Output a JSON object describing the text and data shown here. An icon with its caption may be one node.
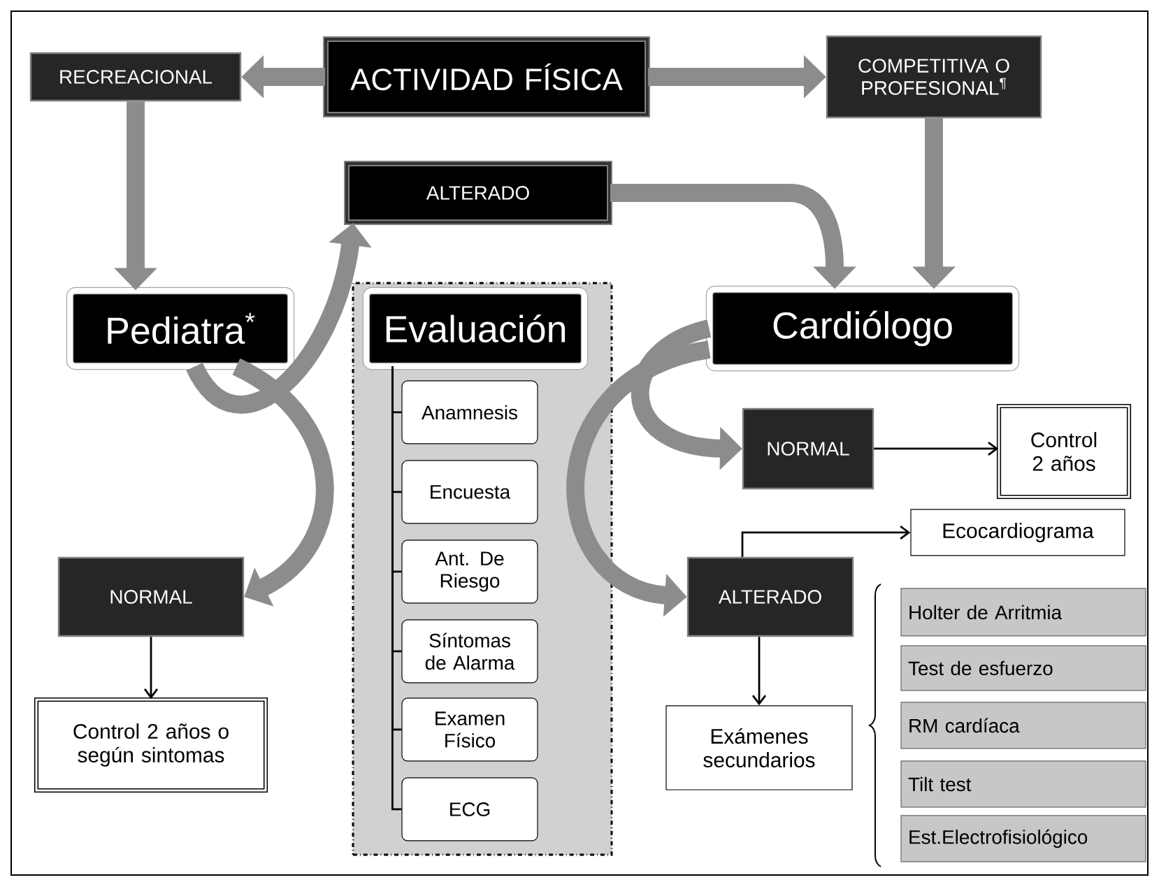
{
  "diagram": {
    "nodes": [
      {
        "text": [
          "ACTIVIDAD FÍSICA"
        ]
      },
      {
        "text": [
          "RECREACIONAL"
        ]
      },
      {
        "text": [
          "COMPETITIVA O PROFESIONAL$^{¶}$"
        ]
      },
      {
        "text": [
          "ALTERADO"
        ]
      },
      {
        "text": [
          "Pediatra$^{*}$"
        ]
      },
      {
        "text": [],
        "shape": "box"
      },
      {
        "text": [
          "Evaluación"
        ],
        "in": 5
      },
      {
        "text": [
          "Anamnesis"
        ],
        "in": 5
      },
      {
        "text": [
          "Encuesta"
        ],
        "in": 5
      },
      {
        "text": [
          "Ant. De Riesgo"
        ],
        "in": 5
      },
      {
        "text": [
          "Síntomas de Alarma"
        ],
        "in": 5
      },
      {
        "text": [
          "Examen Físico"
        ],
        "in": 5
      },
      {
        "text": [
          "ECG"
        ],
        "in": 5
      },
      {
        "text": [
          "Cardiólogo"
        ]
      },
      {
        "text": [
          "NORMAL"
        ]
      },
      {
        "text": [
          "Control 2 años o según sintomas"
        ]
      },
      {
        "text": [
          "NORMAL"
        ]
      },
      {
        "text": [
          "Control 2 años"
        ]
      },
      {
        "text": [
          "Ecocardiograma"
        ]
      },
      {
        "text": [
          "ALTERADO"
        ]
      },
      {
        "text": [
          "Exámenes secundarios"
        ]
      },
      {
        "text": [
          "Holter de Arritmia"
        ]
      },
      {
        "text": [
          "Test de esfuerzo"
        ]
      },
      {
        "text": [
          "RM cardíaca"
        ]
      },
      {
        "text": [
          "Tilt test"
        ]
      },
      {
        "text": [
          "Est.Electrofisiológico"
        ]
      }
    ],
    "edges": [
      {
        "from": 0,
        "to": 1,
        "arrow": "to",
        "style": "thick",
        "color": "#8c8c8c"
      },
      {
        "from": 0,
        "to": 2,
        "arrow": "to",
        "style": "thick",
        "color": "#8c8c8c"
      },
      {
        "from": 1,
        "to": 4,
        "arrow": "to",
        "style": "thick",
        "color": "#8c8c8c"
      },
      {
        "from": 2,
        "to": 13,
        "arrow": "to",
        "style": "thick",
        "color": "#8c8c8c"
      },
      {
        "from": 3,
        "to": 13,
        "arrow": "to",
        "style": "thick",
        "color": "#8c8c8c"
      },
      {
        "from": 4,
        "to": 3,
        "arrow": "to",
        "style": "thick",
        "color": "#8c8c8c"
      },
      {
        "from": 4,
        "to": 14,
        "arrow": "to",
        "style": "thick",
        "color": "#8c8c8c"
      },
      {
        "from": 13,
        "to": 16,
        "arrow": "to",
        "style": "thick",
        "color": "#8c8c8c"
      },
      {
        "from": 13,
        "to": 19,
        "arrow": "to",
        "style": "thick",
        "color": "#8c8c8c"
      },
      {
        "from": 6,
        "to": 7,
        "arrow": "none"
      },
      {
        "from": 6,
        "to": 8,
        "arrow": "none"
      },
      {
        "from": 6,
        "to": 9,
        "arrow": "none"
      },
      {
        "from": 6,
        "to": 10,
        "arrow": "none"
      },
      {
        "from": 6,
        "to": 11,
        "arrow": "none"
      },
      {
        "from": 6,
        "to": 12,
        "arrow": "none"
      },
      {
        "from": 14,
        "to": 15,
        "arrow": "to"
      },
      {
        "from": 16,
        "to": 17,
        "arrow": "to"
      },
      {
        "from": 19,
        "to": 18,
        "arrow": "to"
      },
      {
        "from": 19,
        "to": 20,
        "arrow": "to"
      }
    ]
  }
}
